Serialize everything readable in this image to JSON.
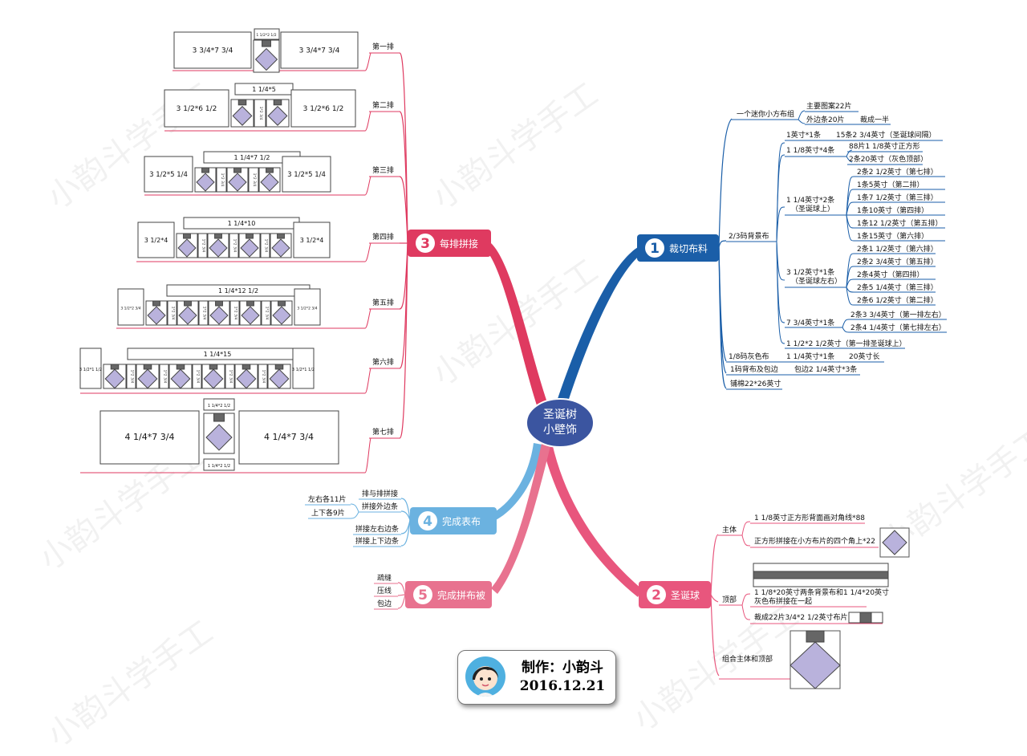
{
  "center": {
    "line1": "圣诞树",
    "line2": "小壁饰"
  },
  "watermark": "小韵斗学手工",
  "colors": {
    "center": "#3b55a0",
    "cut": "#1a5ea8",
    "ball": "#e8567d",
    "rows": "#df3a60",
    "top": "#6bb2e0",
    "quilt": "#e8728f",
    "tree": "#b9b2dc"
  },
  "main": {
    "b1": {
      "num": "1",
      "label": "裁切布料"
    },
    "b2": {
      "num": "2",
      "label": "圣诞球"
    },
    "b3": {
      "num": "3",
      "label": "每排拼接"
    },
    "b4": {
      "num": "4",
      "label": "完成表布"
    },
    "b5": {
      "num": "5",
      "label": "完成拼布被"
    }
  },
  "cut": {
    "minipack": "一个迷你小方布组",
    "mp_a": "主要图案22片",
    "mp_b": "外边条20片",
    "mp_b2": "裁成一半",
    "bg": "2/3码背景布",
    "r1": "1英寸*1条",
    "r1a": "15条2 3/4英寸（圣诞球间隔）",
    "r2": "1 1/8英寸*4条",
    "r2a": "88片1 1/8英寸正方形",
    "r2b": "2条20英寸（灰色顶部）",
    "r3": "1 1/4英寸*2条",
    "r3b": "（圣诞球上）",
    "r3a": [
      "2条2 1/2英寸（第七排）",
      "1条5英寸（第二排）",
      "1条7 1/2英寸（第三排）",
      "1条10英寸（第四排）",
      "1条12 1/2英寸（第五排）",
      "1条15英寸（第六排）"
    ],
    "r4": "3 1/2英寸*1条",
    "r4b": "（圣诞球左右）",
    "r4a": [
      "2条1 1/2英寸（第六排）",
      "2条2 3/4英寸（第五排）",
      "2条4英寸（第四排）",
      "2条5 1/4英寸（第三排）",
      "2条6 1/2英寸（第二排）"
    ],
    "r5": "7 3/4英寸*1条",
    "r5a": [
      "2条3 3/4英寸（第一排左右）",
      "2条4 1/4英寸（第七排左右）"
    ],
    "r6": "1 1/2*2 1/2英寸（第一排圣诞球上）",
    "grey": "1/8码灰色布",
    "grey_a": "1 1/4英寸*1条",
    "grey_b": "20英寸长",
    "backing": "1码背布及包边",
    "backing_a": "包边2 1/4英寸*3条",
    "batting": "铺棉22*26英寸"
  },
  "ball": {
    "main_body": "主体",
    "mb1": "1 1/8英寸正方形背面画对角线*88",
    "mb2": "正方形拼接在小方布片的四个角上*22",
    "top": "顶部",
    "t1a": "1 1/8*20英寸两条背景布和1 1/4*20英寸",
    "t1b": "灰色布拼接在一起",
    "t2": "裁成22片3/4*2 1/2英寸布片",
    "combine": "组合主体和顶部"
  },
  "rows": {
    "row_labels": [
      "第一排",
      "第二排",
      "第三排",
      "第四排",
      "第五排",
      "第六排",
      "第七排"
    ],
    "r1_side": "3 3/4*7 3/4",
    "r1_top": "1 1/2*2 1/2",
    "r2_side": "3 1/2*6 1/2",
    "r2_top": "1 1/4*5",
    "r3_side": "3 1/2*5 1/4",
    "r3_top": "1 1/4*7 1/2",
    "r4_side": "3 1/2*4",
    "r4_top": "1 1/4*10",
    "r5_side": "3 1/2*2 3/4",
    "r5_top": "1 1/4*12 1/2",
    "r6_side": "3 1/2*1 1/2",
    "r6_top": "1 1/4*15",
    "r7_side": "4 1/4*7 3/4",
    "r7_top": "1 1/4*2 1/2",
    "spacer": "1*2 3/4"
  },
  "top_finish": {
    "t1": "排与排拼接",
    "t2": "拼接外边条",
    "t2a": "左右各11片",
    "t2b": "上下各9片",
    "t3": "拼接左右边条",
    "t4": "拼接上下边条"
  },
  "quilt": {
    "q1": "疏缝",
    "q2": "压线",
    "q3": "包边"
  },
  "badge": {
    "line1": "制作：小韵斗",
    "line2": "2016.12.21"
  }
}
